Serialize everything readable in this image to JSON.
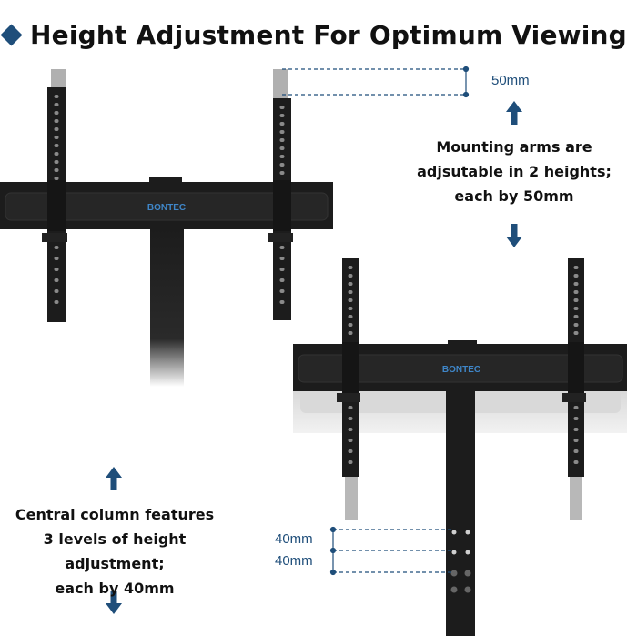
{
  "title": "Height Adjustment For Optimum Viewing",
  "brand_label": "BONTEC",
  "mounting_arms": {
    "lines": [
      "Mounting arms are",
      "adjsutable in 2 heights;",
      "each by 50mm"
    ],
    "step_label": "50mm"
  },
  "central_column": {
    "lines": [
      "Central column features",
      "3 levels of height adjustment;",
      "each by 40mm"
    ],
    "step_labels": [
      "40mm",
      "40mm"
    ]
  },
  "colors": {
    "accent": "#1f4e7a",
    "metal": "#1c1c1c",
    "text": "#111111"
  },
  "icons": [
    "diamond-bullet-icon",
    "arrow-up-icon",
    "arrow-down-icon"
  ]
}
